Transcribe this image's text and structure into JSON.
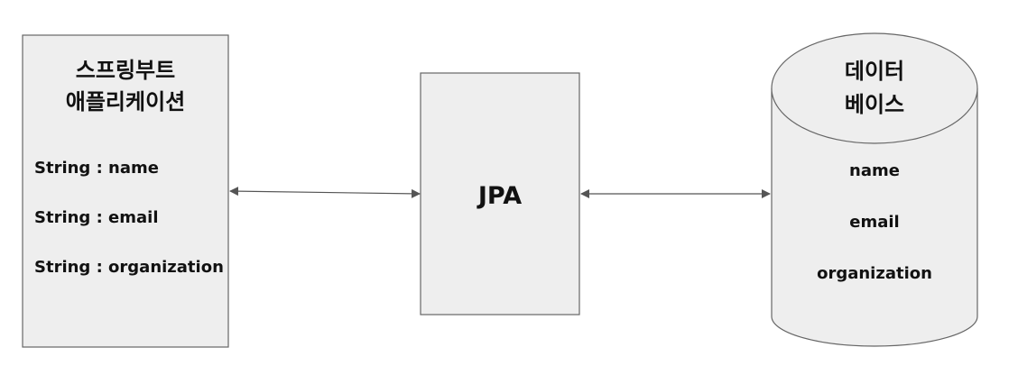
{
  "colors": {
    "box_fill": "#eeeeee",
    "box_stroke": "#666666",
    "arrow": "#555555",
    "text": "#111111"
  },
  "app_box": {
    "title_line1": "스프링부트",
    "title_line2": "애플리케이션",
    "fields": [
      "String : name",
      "String : email",
      "String : organization"
    ]
  },
  "jpa_box": {
    "label": "JPA"
  },
  "database": {
    "title_line1": "데이터",
    "title_line2": "베이스",
    "columns": [
      "name",
      "email",
      "organization"
    ]
  },
  "connectors": [
    {
      "from": "app_box",
      "to": "jpa_box",
      "direction": "bidirectional"
    },
    {
      "from": "jpa_box",
      "to": "database",
      "direction": "bidirectional"
    }
  ]
}
